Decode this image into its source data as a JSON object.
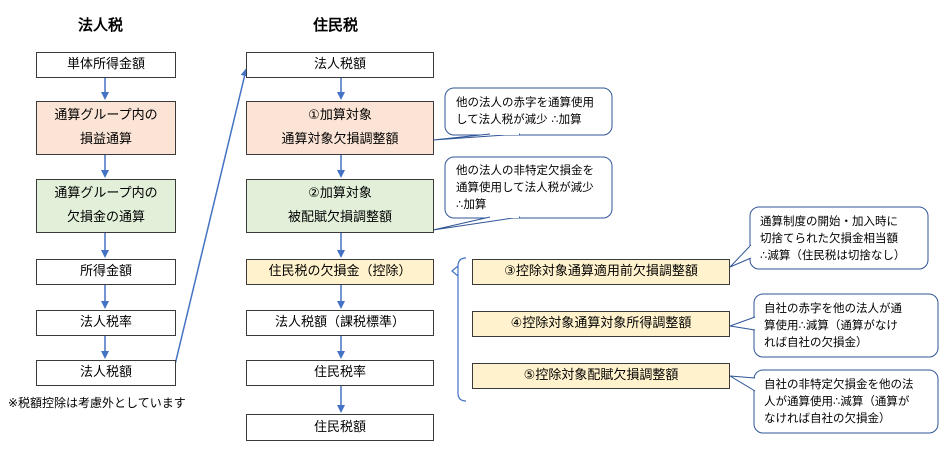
{
  "headers": {
    "left": "法人税",
    "right": "住民税"
  },
  "left_flow": [
    {
      "lines": [
        "単体所得金額"
      ],
      "fill": "white"
    },
    {
      "lines": [
        "通算グループ内の",
        "損益通算"
      ],
      "fill": "orange"
    },
    {
      "lines": [
        "通算グループ内の",
        "欠損金の通算"
      ],
      "fill": "green"
    },
    {
      "lines": [
        "所得金額"
      ],
      "fill": "white"
    },
    {
      "lines": [
        "法人税率"
      ],
      "fill": "white"
    },
    {
      "lines": [
        "法人税額"
      ],
      "fill": "white"
    }
  ],
  "footnote": "※税額控除は考慮外としています",
  "right_flow": [
    {
      "lines": [
        "法人税額"
      ],
      "fill": "white"
    },
    {
      "lines": [
        "①加算対象",
        "通算対象欠損調整額"
      ],
      "fill": "orange"
    },
    {
      "lines": [
        "②加算対象",
        "被配賦欠損調整額"
      ],
      "fill": "green"
    },
    {
      "lines": [
        "住民税の欠損金（控除）"
      ],
      "fill": "yellow"
    },
    {
      "lines": [
        "法人税額（課税標準）"
      ],
      "fill": "white"
    },
    {
      "lines": [
        "住民税率"
      ],
      "fill": "white"
    },
    {
      "lines": [
        "住民税額"
      ],
      "fill": "white"
    }
  ],
  "deductions": [
    "③控除対象通算適用前欠損調整額",
    "④控除対象通算対象所得調整額",
    "⑤控除対象配賦欠損調整額"
  ],
  "callouts": [
    {
      "lines": [
        "他の法人の赤字を通算使用",
        "して法人税が減少 ∴加算"
      ]
    },
    {
      "lines": [
        "他の法人の非特定欠損金を",
        "通算使用して法人税が減少",
        "∴加算"
      ]
    },
    {
      "lines": [
        "通算制度の開始・加入時に",
        "切捨てられた欠損金相当額",
        "∴減算（住民税は切捨なし）"
      ]
    },
    {
      "lines": [
        "自社の赤字を他の法人が通",
        "算使用∴減算（通算がなけ",
        "れば自社の欠損金）"
      ]
    },
    {
      "lines": [
        "自社の非特定欠損金を他の法",
        "人が通算使用∴減算（通算が",
        "なければ自社の欠損金）"
      ]
    }
  ],
  "colors": {
    "arrow": "#4472c4",
    "orange": "#fbe4d5",
    "green": "#e2efd9",
    "yellow": "#fff2cc",
    "callout_border": "#2f5597"
  }
}
